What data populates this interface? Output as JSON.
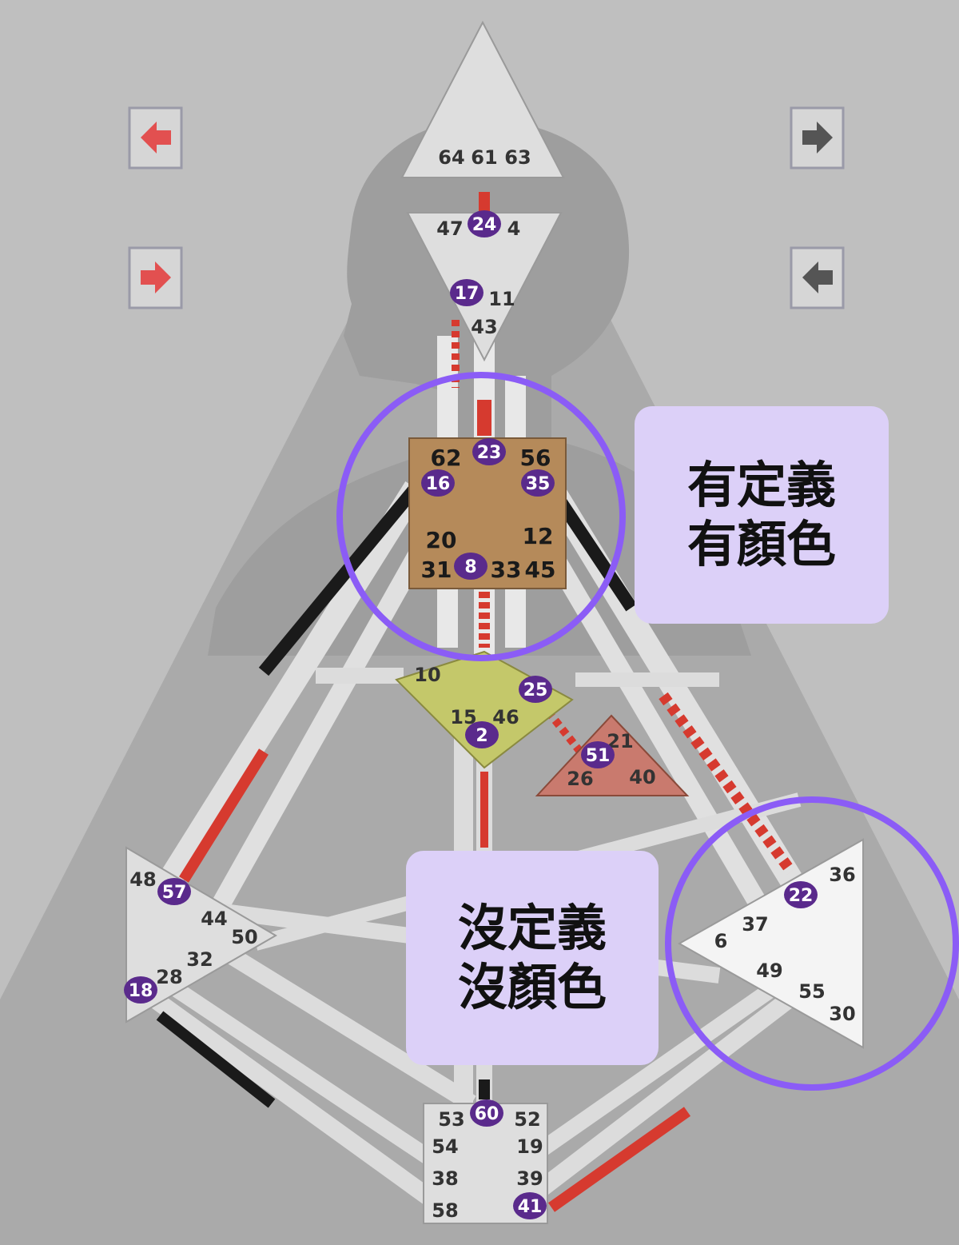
{
  "centers": {
    "head": {
      "gates": [
        "64",
        "61",
        "63"
      ]
    },
    "ajna": {
      "gates": [
        "47",
        "24",
        "4",
        "17",
        "11",
        "43"
      ],
      "active": [
        "24",
        "17"
      ]
    },
    "throat": {
      "gates": [
        "62",
        "23",
        "56",
        "16",
        "35",
        "20",
        "12",
        "31",
        "8",
        "33",
        "45"
      ],
      "active": [
        "23",
        "16",
        "35",
        "8"
      ],
      "defined": true,
      "fill": "#b58a5a"
    },
    "g": {
      "gates": [
        "10",
        "25",
        "15",
        "46",
        "2"
      ],
      "active": [
        "25",
        "2"
      ],
      "fill": "#c4c86a"
    },
    "heart": {
      "gates": [
        "21",
        "51",
        "26",
        "40"
      ],
      "active": [
        "51"
      ],
      "fill": "#c97a6e"
    },
    "spleen": {
      "gates": [
        "48",
        "57",
        "44",
        "50",
        "32",
        "28",
        "18"
      ],
      "active": [
        "57",
        "18"
      ]
    },
    "solar_plexus": {
      "gates": [
        "36",
        "22",
        "37",
        "6",
        "49",
        "55",
        "30"
      ],
      "active": [
        "22"
      ]
    },
    "root": {
      "gates": [
        "53",
        "60",
        "52",
        "54",
        "19",
        "38",
        "39",
        "58",
        "41"
      ],
      "active": [
        "60",
        "41"
      ]
    }
  },
  "arrows": {
    "top_left": "red-arrow-left-icon",
    "bottom_left": "red-arrow-right-icon",
    "top_right": "grey-arrow-right-icon",
    "bottom_right": "grey-arrow-left-icon"
  },
  "callouts": {
    "defined": {
      "line1": "有定義",
      "line2": "有顏色"
    },
    "undefined": {
      "line1": "沒定義",
      "line2": "沒顏色"
    }
  },
  "colors": {
    "badge": "#5a2a8c",
    "highlight_ring": "#8b5cf6",
    "callout_bg": "#dcd0f8",
    "channel_red": "#d63a2f",
    "channel_black": "#1a1a1a"
  }
}
